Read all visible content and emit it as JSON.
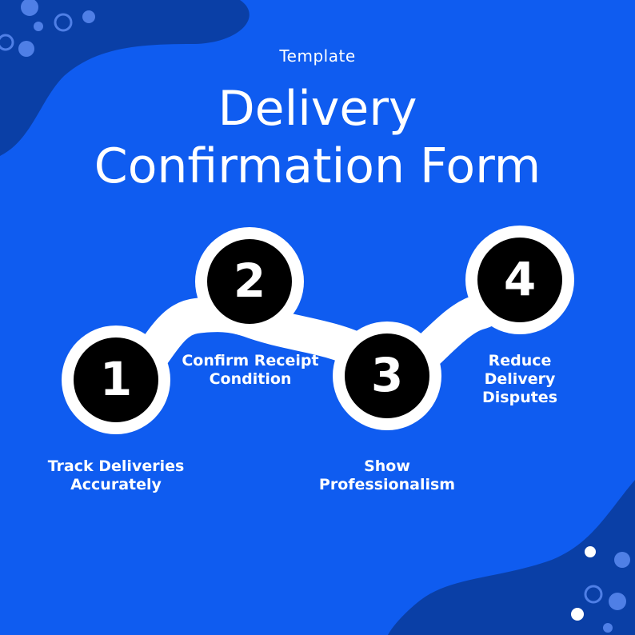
{
  "header": {
    "subtitle": "Template",
    "title_line1": "Delivery",
    "title_line2": "Confirmation Form"
  },
  "steps": [
    {
      "number": "1",
      "label_line1": "Track Deliveries",
      "label_line2": "Accurately"
    },
    {
      "number": "2",
      "label_line1": "Confirm Receipt",
      "label_line2": "Condition"
    },
    {
      "number": "3",
      "label_line1": "Show",
      "label_line2": "Professionalism"
    },
    {
      "number": "4",
      "label_line1": "Reduce",
      "label_line2": "Delivery",
      "label_line3": "Disputes"
    }
  ],
  "colors": {
    "background": "#0f5cf0",
    "dark_blob": "#0a3fa6",
    "circle_fill": "#000000",
    "ring": "#ffffff",
    "dot_light": "#4f7fe6"
  }
}
